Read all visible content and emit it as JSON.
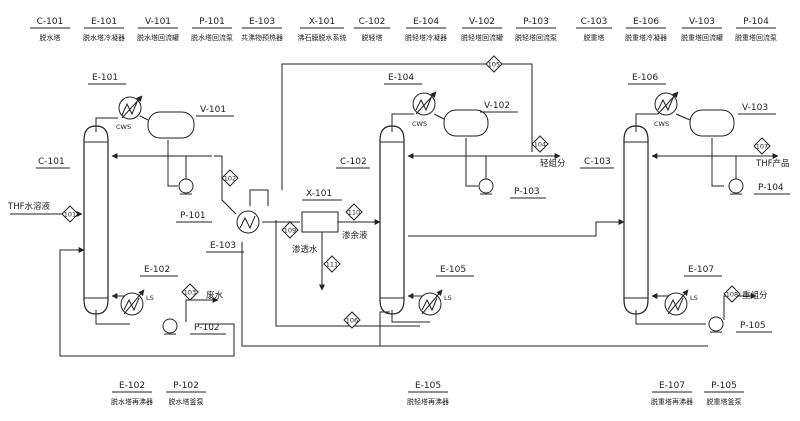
{
  "legend_header": [
    {
      "tag": "C-101",
      "desc": "脱水塔"
    },
    {
      "tag": "E-101",
      "desc": "脱水塔冷凝器"
    },
    {
      "tag": "V-101",
      "desc": "脱水塔回流罐"
    },
    {
      "tag": "P-101",
      "desc": "脱水塔回流泵"
    },
    {
      "tag": "E-103",
      "desc": "共沸物预热器"
    },
    {
      "tag": "X-101",
      "desc": "沸石膜脱水系统"
    },
    {
      "tag": "C-102",
      "desc": "脱轻塔"
    },
    {
      "tag": "E-104",
      "desc": "脱轻塔冷凝器"
    },
    {
      "tag": "V-102",
      "desc": "脱轻塔回流罐"
    },
    {
      "tag": "P-103",
      "desc": "脱轻塔回流泵"
    },
    {
      "tag": "C-103",
      "desc": "脱重塔"
    },
    {
      "tag": "E-106",
      "desc": "脱重塔冷凝器"
    },
    {
      "tag": "V-103",
      "desc": "脱重塔回流罐"
    },
    {
      "tag": "P-104",
      "desc": "脱重塔回流泵"
    }
  ],
  "legend_footer": [
    {
      "tag": "E-102",
      "desc": "脱水塔再沸器"
    },
    {
      "tag": "P-102",
      "desc": "脱水塔釜泵"
    },
    {
      "tag": "E-105",
      "desc": "脱轻塔再沸器"
    },
    {
      "tag": "E-107",
      "desc": "脱重塔再沸器"
    },
    {
      "tag": "P-105",
      "desc": "脱重塔釜泵"
    }
  ],
  "equipment_labels": {
    "e101": "E-101",
    "v101": "V-101",
    "c101": "C-101",
    "p101": "P-101",
    "e102": "E-102",
    "p102": "P-102",
    "e103": "E-103",
    "x101": "X-101",
    "e104": "E-104",
    "v102": "V-102",
    "c102": "C-102",
    "p103": "P-103",
    "e105": "E-105",
    "e106": "E-106",
    "v103": "V-103",
    "c103": "C-103",
    "p104": "P-104",
    "e107": "E-107",
    "p105": "P-105"
  },
  "utility_labels": {
    "cws1": "CWS",
    "cws2": "CWS",
    "cws3": "CWS",
    "ls1": "LS",
    "ls2": "LS",
    "ls3": "LS"
  },
  "streams": {
    "s101": "101",
    "s102": "102",
    "s103": "103",
    "s104": "104",
    "s105": "105",
    "s106": "106",
    "s107": "107",
    "s108": "108",
    "s109": "109",
    "s110": "110",
    "s111": "111"
  },
  "stream_text": {
    "feed": "THF水溶液",
    "waste_water": "废水",
    "permeate": "渗透水",
    "retentate": "渗余液",
    "light": "轻组分",
    "product": "THF产品",
    "heavy": "重组分"
  }
}
